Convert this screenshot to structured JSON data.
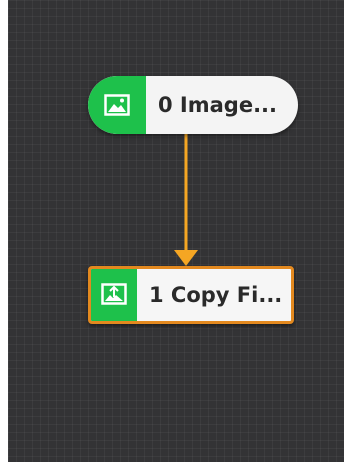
{
  "canvas": {
    "background": "#333335"
  },
  "nodes": [
    {
      "label": "0 Image...",
      "icon": "image-icon",
      "shape": "pill",
      "icon_color": "#1ec14b",
      "selected": false
    },
    {
      "label": "1 Copy Fi...",
      "icon": "copy-file-icon",
      "shape": "box",
      "icon_color": "#1ec14b",
      "border_color": "#e3891f",
      "selected": true
    }
  ],
  "connection": {
    "from": "0 Image...",
    "to": "1 Copy Fi...",
    "color": "#f5a623"
  }
}
